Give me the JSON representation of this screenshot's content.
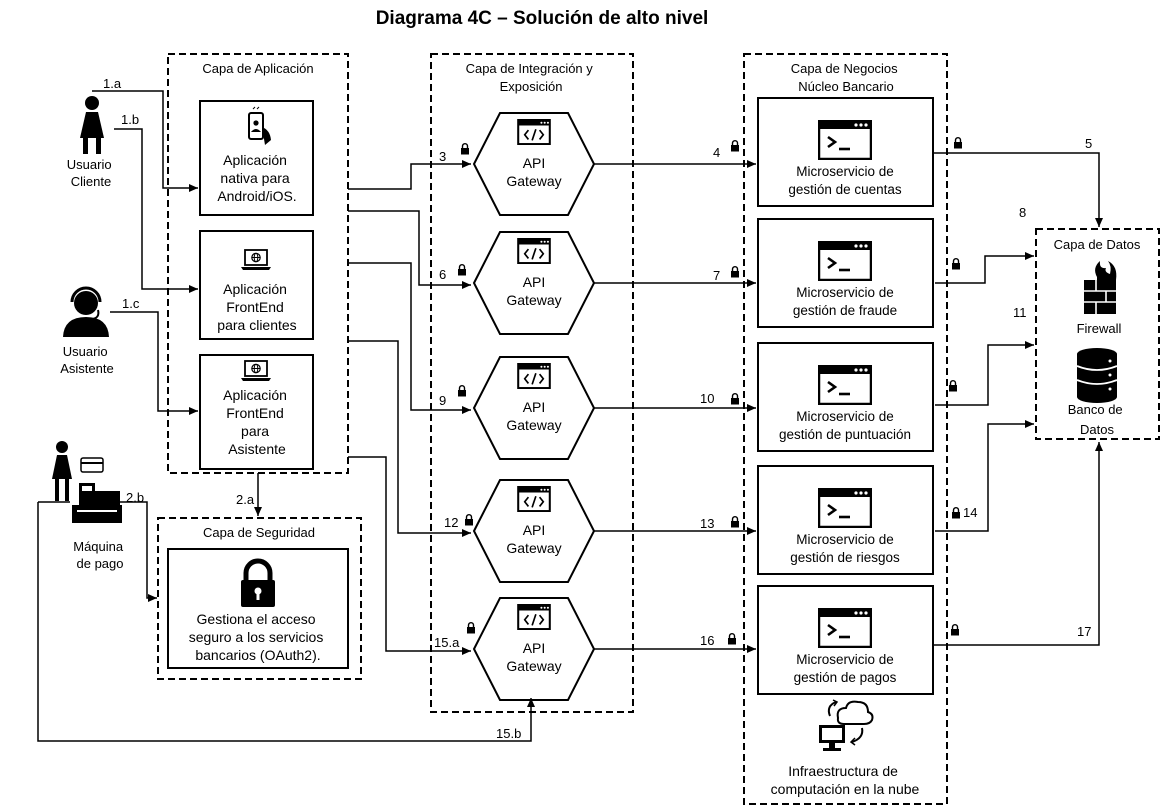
{
  "title": "Diagrama 4C – Solución de alto nivel",
  "actors": {
    "cliente": [
      "Usuario",
      "Cliente"
    ],
    "asistente": [
      "Usuario",
      "Asistente"
    ],
    "maquina": [
      "Máquina",
      "de pago"
    ]
  },
  "layers": {
    "aplicacion": "Capa de Aplicación",
    "integracion": [
      "Capa de Integración y",
      "Exposición"
    ],
    "negocios": [
      "Capa de Negocios",
      "Núcleo Bancario"
    ],
    "datos": "Capa de Datos",
    "seguridad": "Capa de Seguridad"
  },
  "apps": {
    "nativa": [
      "Aplicación",
      "nativa para",
      "Android/iOS."
    ],
    "frontend_clientes": [
      "Aplicación",
      "FrontEnd",
      "para clientes"
    ],
    "frontend_asistente": [
      "Aplicación",
      "FrontEnd",
      "para",
      "Asistente"
    ]
  },
  "security_box": [
    "Gestiona el acceso",
    "seguro a los servicios",
    "bancarios (OAuth2)."
  ],
  "gateway": [
    "API",
    "Gateway"
  ],
  "services": [
    [
      "Microservicio de",
      "gestión de cuentas"
    ],
    [
      "Microservicio de",
      "gestión de fraude"
    ],
    [
      "Microservicio de",
      "gestión de puntuación"
    ],
    [
      "Microservicio de",
      "gestión de riesgos"
    ],
    [
      "Microservicio de",
      "gestión de pagos"
    ]
  ],
  "cloud": [
    "Infraestructura de",
    "computación en la nube"
  ],
  "data_items": {
    "firewall": "Firewall",
    "db": [
      "Banco de",
      "Datos"
    ]
  },
  "edge_labels": {
    "e1a": "1.a",
    "e1b": "1.b",
    "e1c": "1.c",
    "e2a": "2.a",
    "e2b": "2.b",
    "e3": "3",
    "e4": "4",
    "e5": "5",
    "e6": "6",
    "e7": "7",
    "e8": "8",
    "e9": "9",
    "e10": "10",
    "e11": "11",
    "e12": "12",
    "e13": "13",
    "e14": "14",
    "e15a": "15.a",
    "e15b": "15.b",
    "e16": "16",
    "e17": "17"
  }
}
